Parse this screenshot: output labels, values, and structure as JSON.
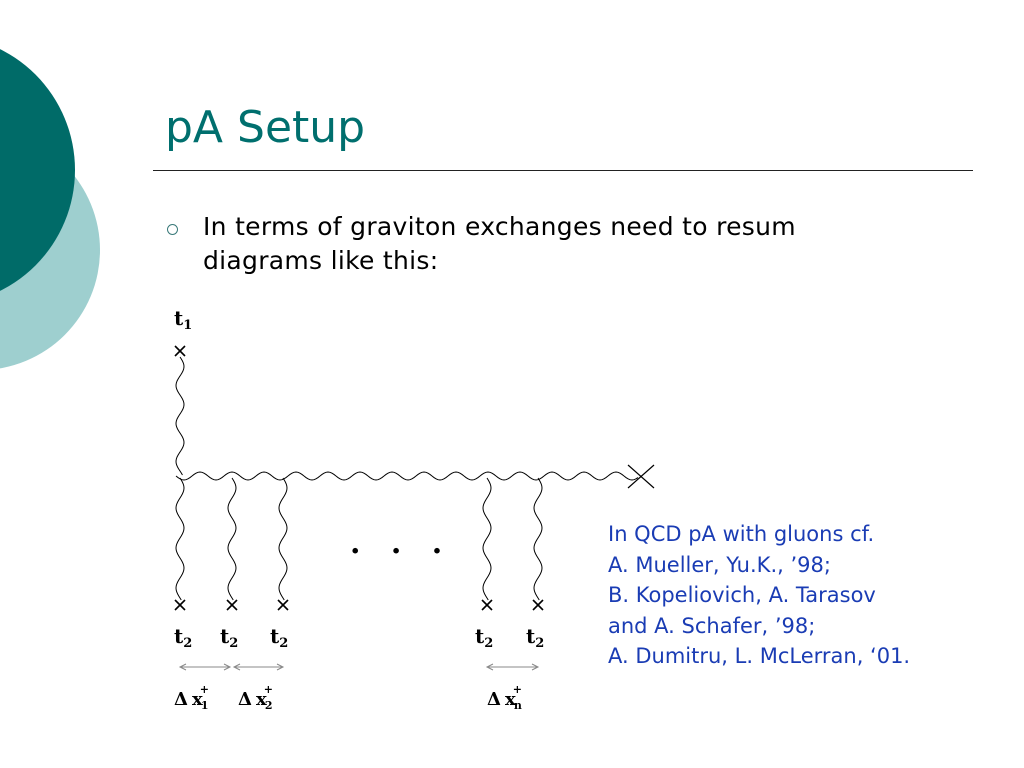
{
  "slide": {
    "title": "pA Setup",
    "bullet": "In terms of graviton exchanges need to resum diagrams like this:",
    "colors": {
      "title": "#006f6e",
      "circle_dark": "#006b68",
      "circle_light": "#9ecfcf",
      "references": "#1a3cb4"
    }
  },
  "diagram": {
    "top_label": "t",
    "top_label_sub": "1",
    "bottom_labels": [
      {
        "t": "t",
        "sub": "2"
      },
      {
        "t": "t",
        "sub": "2"
      },
      {
        "t": "t",
        "sub": "2"
      },
      {
        "t": "t",
        "sub": "2"
      },
      {
        "t": "t",
        "sub": "2"
      }
    ],
    "ellipsis": ". . .",
    "delta_labels": [
      {
        "delta": "Δ",
        "x": "x",
        "sup": "+",
        "sub": "1"
      },
      {
        "delta": "Δ",
        "x": "x",
        "sup": "+",
        "sub": "2"
      },
      {
        "delta": "Δ",
        "x": "x",
        "sup": "+",
        "sub": "n"
      }
    ]
  },
  "references": {
    "lines": [
      "In QCD pA with gluons cf.",
      "A. Mueller, Yu.K., ’98;",
      "B. Kopeliovich, A. Tarasov",
      "and A. Schafer, ’98;",
      "A. Dumitru, L. McLerran, ‘01."
    ]
  }
}
